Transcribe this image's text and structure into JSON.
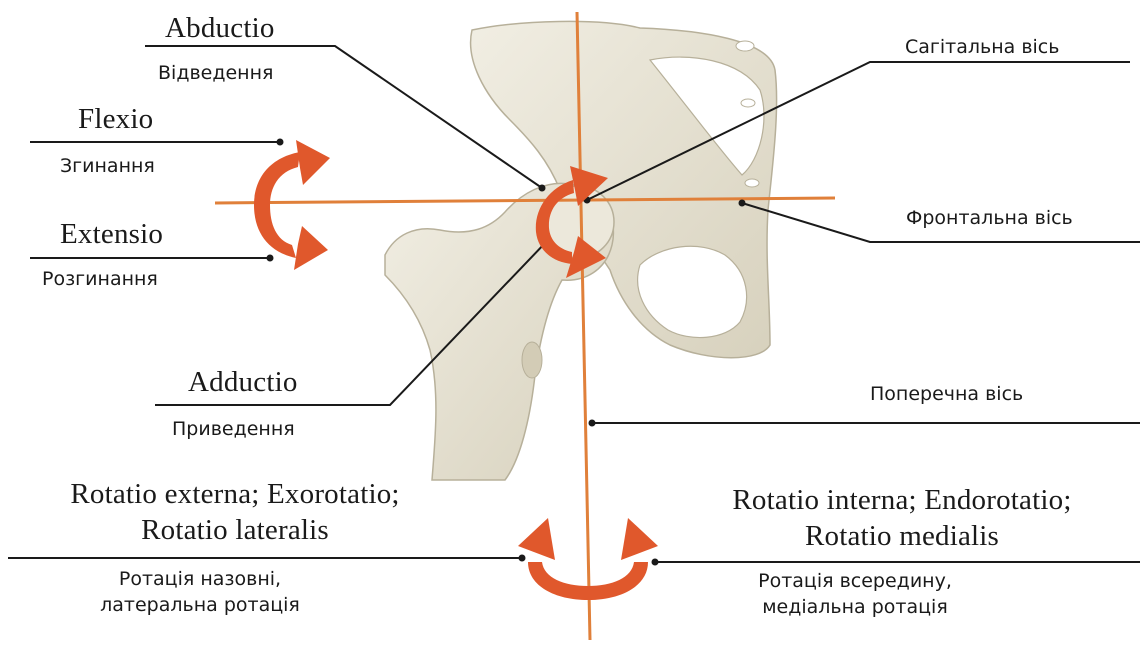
{
  "diagram": {
    "labels": {
      "abductio_latin": "Abductio",
      "abductio_ukr": "Відведення",
      "flexio_latin": "Flexio",
      "flexio_ukr": "Згинання",
      "extensio_latin": "Extensio",
      "extensio_ukr": "Розгинання",
      "adductio_latin": "Adductio",
      "adductio_ukr": "Приведення",
      "sagittal_axis": "Сагітальна вісь",
      "frontal_axis": "Фронтальна вісь",
      "transverse_axis": "Поперечна вісь",
      "rotation_external_latin_1": "Rotatio externa; Exorotatio;",
      "rotation_external_latin_2": "Rotatio lateralis",
      "rotation_external_ukr_1": "Ротація назовні,",
      "rotation_external_ukr_2": "латеральна ротація",
      "rotation_internal_latin_1": "Rotatio interna; Endorotatio;",
      "rotation_internal_latin_2": "Rotatio medialis",
      "rotation_internal_ukr_1": "Ротація всередину,",
      "rotation_internal_ukr_2": "медіальна ротація"
    },
    "colors": {
      "arrow": "#e0582c",
      "axis_line": "#e0803a",
      "bone": "#e8e4d6",
      "bone_shadow": "#c9c3ae",
      "leader_line": "#1a1a1a"
    }
  }
}
